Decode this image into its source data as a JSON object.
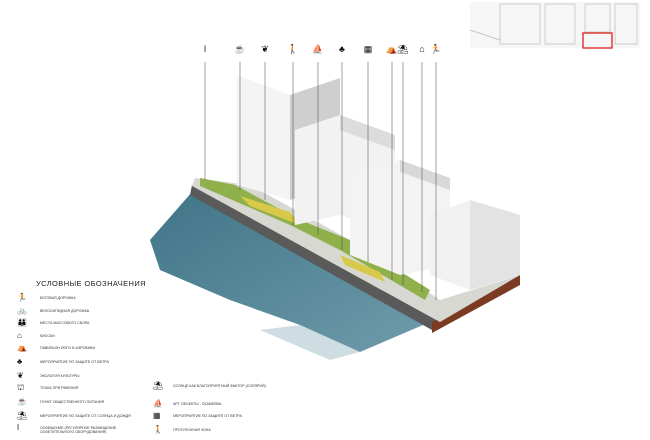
{
  "legend": {
    "title": "УСЛОВНЫЕ ОБОЗНАЧЕНИЯ",
    "items_left": [
      {
        "icon": "runner-icon",
        "label": "БЕГОВАЯ ДОРОЖКА"
      },
      {
        "icon": "bicycle-icon",
        "label": "ВЕЛОСИПЕДНАЯ ДОРОЖКА"
      },
      {
        "icon": "crowd-icon",
        "label": "МЕСТА МАССОВОГО СБОРА"
      },
      {
        "icon": "kiosk-icon",
        "label": "КИОСКИ"
      },
      {
        "icon": "pavilion-icon",
        "label": "ПАВИЛЬОН ЙОГИ И АЭРОБИКИ"
      },
      {
        "icon": "tree-wind-icon",
        "label": "МЕРОПРИЯТИЕ ПО ЗАЩИТЕ ОТ ВЕТРА"
      },
      {
        "icon": "sprout-icon",
        "label": "ЭКОЛОГИЯ КУЛЬТУРЫ"
      },
      {
        "icon": "attraction-icon",
        "label": "ТОЧКА ПРИТЯЖЕНИЯ"
      },
      {
        "icon": "cup-icon",
        "label": "ПУНКТ ОБЩЕСТВЕННОГО ПИТАНИЯ"
      },
      {
        "icon": "canopy-icon",
        "label": "МЕРОПРИЯТИЕ ПО ЗАЩИТЕ ОТ СОЛНЦА И ДОЖДЯ"
      },
      {
        "icon": "lamp-icon",
        "label": "ОСВЕЩЕНИЕ (РЕГУЛЯРНОЕ РАЗМЕЩЕНИЕ ОСВЕТИТЕЛЬНОГО ОБОРУДОВАНИЯ)"
      }
    ],
    "items_right": [
      {
        "icon": "sunbed-icon",
        "label": "СОЛНЦЕ КАК БЛАГОПРИЯТНЫЙ ФАКТОР (СОЛЯРИЙ)"
      },
      {
        "icon": "art-bench-icon",
        "label": "АРТ ОБЪЕКТЫ - СКАМЕЙКА"
      },
      {
        "icon": "wind-barrier-icon",
        "label": "МЕРОПРИЯТИЕ ПО ЗАЩИТЕ ОТ ВЕТРА"
      },
      {
        "icon": "walking-icon",
        "label": "ПРОГУЛОЧНАЯ ЗОНА"
      }
    ]
  },
  "top_icons": [
    "lamp-icon",
    "cup-icon",
    "sprout-icon",
    "walking-icon",
    "art-bench-icon",
    "tree-wind-icon",
    "wind-barrier-icon",
    "pavilion-icon",
    "sunbed-icon",
    "kiosk-icon",
    "runner-icon"
  ],
  "colors": {
    "water": "#4a7f93",
    "greenery": "#8fb04a",
    "path_yellow": "#d9c94a",
    "highlight": "#e0201c",
    "soil": "#7a3b22"
  }
}
